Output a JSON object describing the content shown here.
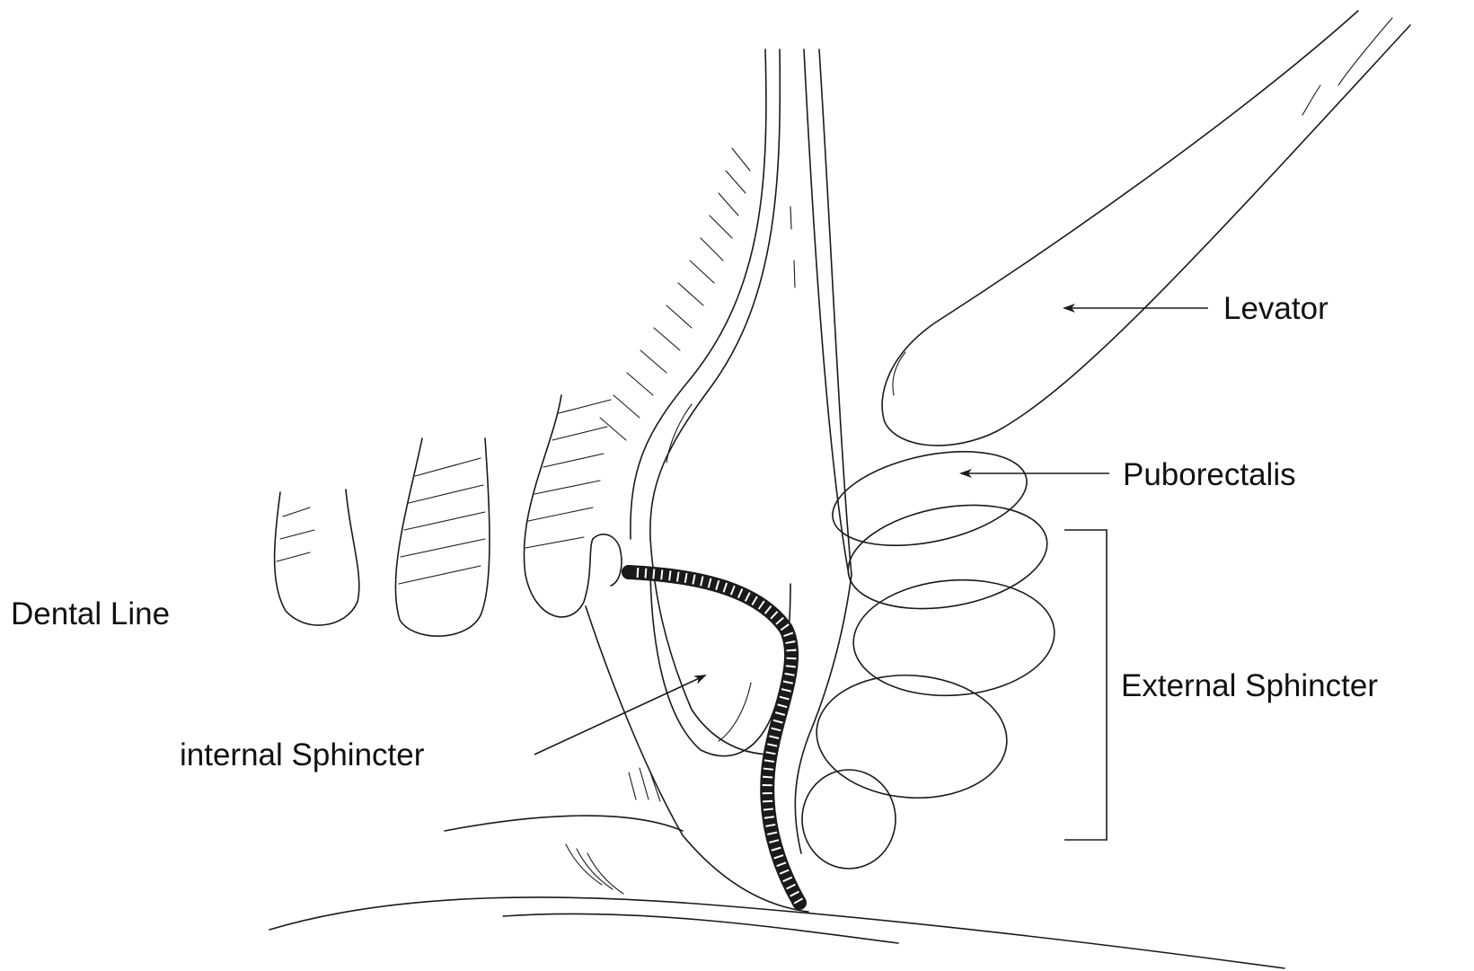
{
  "diagram": {
    "labels": {
      "levator": "Levator",
      "puborectalis": "Puborectalis",
      "external_sphincter": "External Sphincter",
      "dental_line": "Dental Line",
      "internal_sphincter": "internal Sphincter"
    },
    "colors": {
      "line": "#1a1a1a",
      "background": "#ffffff"
    }
  }
}
